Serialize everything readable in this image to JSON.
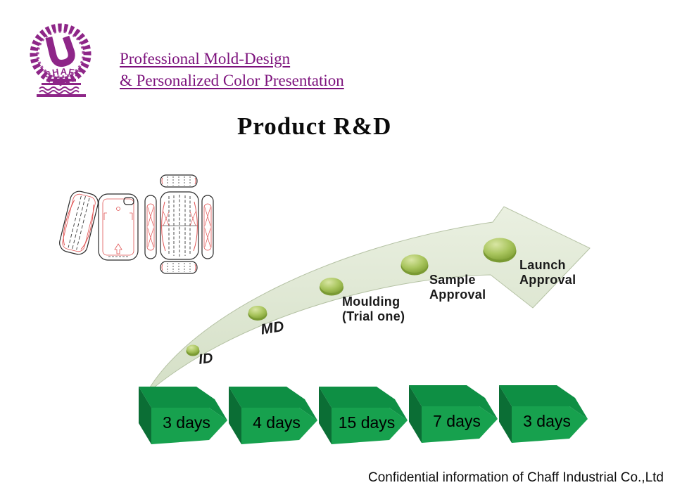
{
  "slide": {
    "logo_text": "CHAFF",
    "header": {
      "line1": "Professional Mold-Design",
      "line2": "& Personalized Color Presentation"
    },
    "title": "Product R&D",
    "footer": "Confidential information of Chaff Industrial Co.,Ltd"
  },
  "colors": {
    "header_purple": "#7c117c",
    "logo_purple": "#8e2688",
    "arrow_fill_light": "#eaf0e1",
    "arrow_fill_dark": "#d4dfc6",
    "sphere_green": "#a9c55e",
    "box_front_green": "#17a14e",
    "box_top_green": "#0e8f44",
    "box_side_green": "#0b6e35",
    "drawing_line": "#2a2a2a",
    "drawing_accent_red": "#e05555"
  },
  "process": {
    "description": "Product R&D timeline arrow rising left-to-right",
    "milestones": [
      {
        "line1": "ID",
        "line2": "",
        "duration": "3 days"
      },
      {
        "line1": "MD",
        "line2": "",
        "duration": "4 days"
      },
      {
        "line1": "Moulding",
        "line2": "(Trial one)",
        "duration": "15 days"
      },
      {
        "line1": "Sample",
        "line2": "Approval",
        "duration": "7 days"
      },
      {
        "line1": "Launch",
        "line2": "Approval",
        "duration": "3 days"
      }
    ]
  }
}
